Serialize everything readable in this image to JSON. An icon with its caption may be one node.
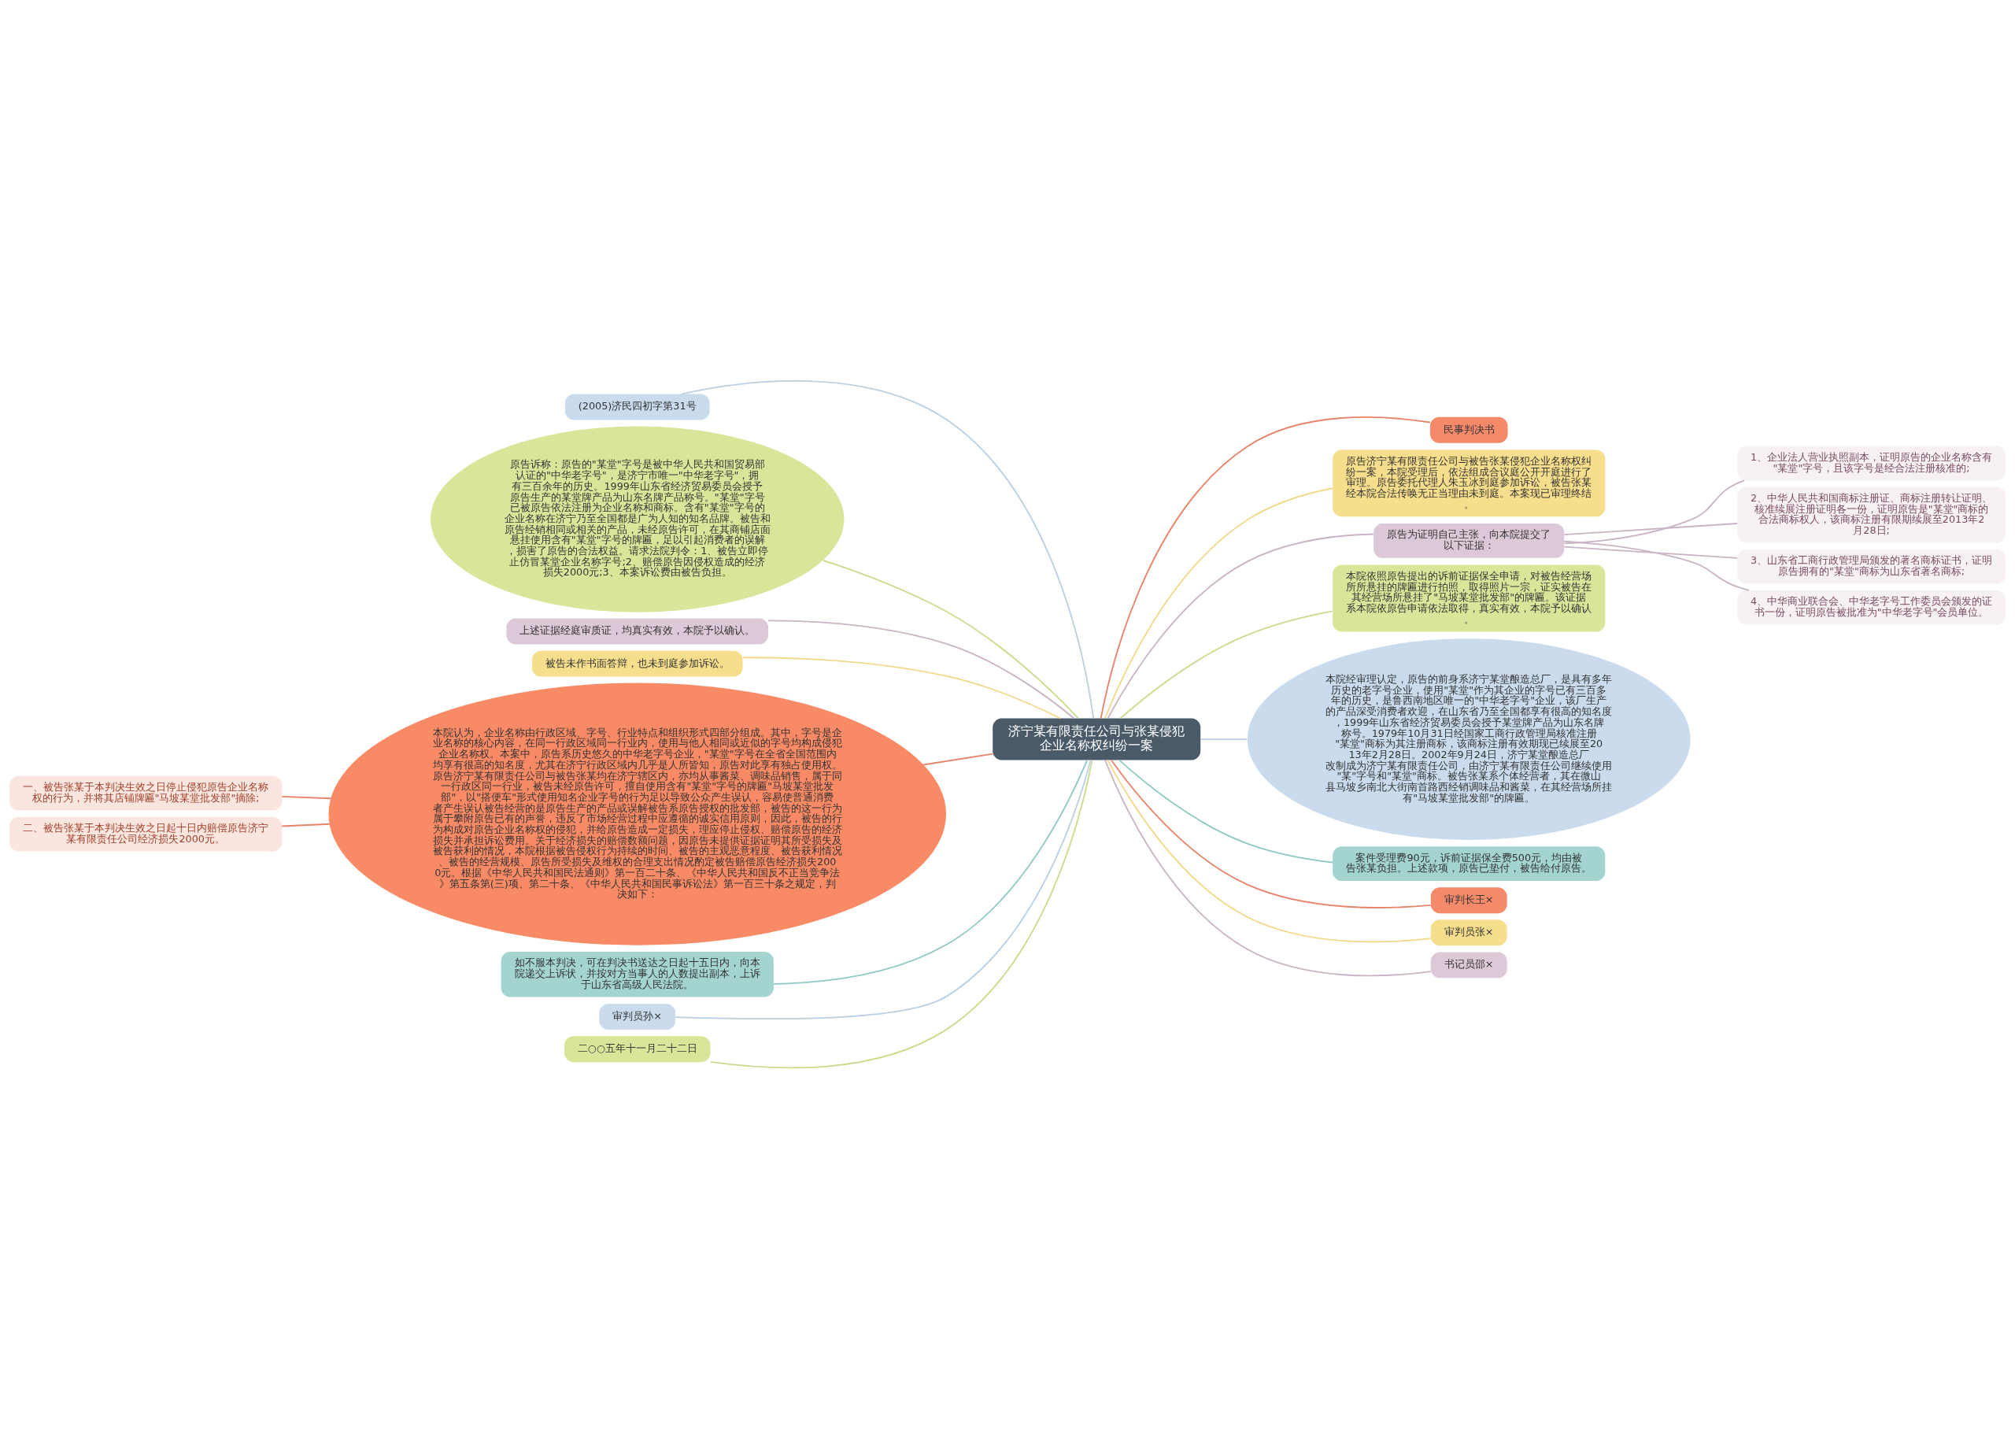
{
  "diagram": {
    "nodes": [
      {
        "text": [
          "济宁某有限责任公司与张某侵犯企业名称权纠纷一案"
        ]
      },
      {
        "text": [
          "民事判决书"
        ]
      },
      {
        "text": [
          "原告济宁某有限责任公司与被告张某侵犯企业名称权纠纷一案，本院受理后，依法组成合议庭公开开庭进行了审理。原告委托代理人朱玉冰到庭参加诉讼，被告张某经本院合法传唤无正当理由未到庭。本案现已审理终结。"
        ]
      },
      {
        "text": [
          "原告为证明自己主张，向本院提交了以下证据："
        ]
      },
      {
        "text": [
          "1、企业法人营业执照副本，证明原告的企业名称含有\"某堂\"字号，且该字号是经合法注册核准的;"
        ]
      },
      {
        "text": [
          "2、中华人民共和国商标注册证、商标注册转让证明、核准续展注册证明各一份，证明原告是\"某堂\"商标的合法商标权人，该商标注册有限期续展至2013年2月28日;"
        ]
      },
      {
        "text": [
          "3、山东省工商行政管理局颁发的著名商标证书，证明原告拥有的\"某堂\"商标为山东省著名商标;"
        ]
      },
      {
        "text": [
          "4、中华商业联合会、中华老字号工作委员会颁发的证书一份，证明原告被批准为\"中华老字号\"会员单位。"
        ]
      },
      {
        "text": [
          "本院依照原告提出的诉前证据保全申请，对被告经营场所所悬挂的牌匾进行拍照，取得照片一宗，证实被告在其经营场所悬挂了\"马坡某堂批发部\"的牌匾。该证据系本院依原告申请依法取得，真实有效，本院予以确认。"
        ]
      },
      {
        "text": [
          "本院经审理认定，原告的前身系济宁某堂酿造总厂，是具有多年历史的老字号企业，使用\"某堂\"作为其企业的字号已有三百多年的历史，是鲁西南地区唯一的\"中华老字号\"企业，该厂生产的产品深受消费者欢迎，在山东省乃至全国都享有很高的知名度，1999年山东省经济贸易委员会授予某堂牌产品为山东名牌称号。1979年10月31日经国家工商行政管理局核准注册\"某堂\"商标为其注册商标，该商标注册有效期现已续展至2013年2月28日。2002年9月24日，济宁某堂酿造总厂改制成为济宁某有限责任公司，由济宁某有限责任公司继续使用\"某\"字号和\"某堂\"商标。被告张某系个体经营者，其在微山县马坡乡南北大街南首路西经销调味品和酱菜，在其经营场所挂有\"马坡某堂批发部\"的牌匾。"
        ]
      },
      {
        "text": [
          "案件受理费90元，诉前证据保全费500元，均由被告张某负担。上述款项，原告已垫付，被告给付原告。"
        ]
      },
      {
        "text": [
          "审判长王×"
        ]
      },
      {
        "text": [
          "审判员张×"
        ]
      },
      {
        "text": [
          "书记员邵×"
        ]
      },
      {
        "text": [
          "(2005)济民四初字第31号"
        ]
      },
      {
        "text": [
          "原告诉称：原告的\"某堂\"字号是被中华人民共和国贸易部认证的\"中华老字号\"，是济宁市唯一\"中华老字号\"，拥有三百余年的历史。1999年山东省经济贸易委员会授予原告生产的某堂牌产品为山东名牌产品称号。\"某堂\"字号已被原告依法注册为企业名称和商标。含有\"某堂\"字号的企业名称在济宁乃至全国都是广为人知的知名品牌。被告和原告经销相同或相关的产品，未经原告许可，在其商铺店面悬挂使用含有\"某堂\"字号的牌匾，足以引起消费者的误解，损害了原告的合法权益。请求法院判令：1、被告立即停止仿冒某堂企业名称字号;2、赔偿原告因侵权造成的经济损失2000元;3、本案诉讼费由被告负担。"
        ]
      },
      {
        "text": [
          "上述证据经庭审质证，均真实有效，本院予以确认。"
        ]
      },
      {
        "text": [
          "被告未作书面答辩，也未到庭参加诉讼。"
        ]
      },
      {
        "text": [
          "本院认为，企业名称由行政区域、字号、行业特点和组织形式四部分组成。其中，字号是企业名称的核心内容，在同一行政区域同一行业内，使用与他人相同或近似的字号均构成侵犯企业名称权。本案中，原告系历史悠久的中华老字号企业，\"某堂\"字号在全省全国范围内均享有很高的知名度，尤其在济宁行政区域内几乎是人所皆知，原告对此享有独占使用权。原告济宁某有限责任公司与被告张某均在济宁辖区内，亦均从事酱菜、调味品销售，属于同一行政区同一行业，被告未经原告许可，擅自使用含有\"某堂\"字号的牌匾\"马坡某堂批发部\"，以\"搭便车\"形式使用知名企业字号的行为足以导致公众产生误认，容易使普通消费者产生误认被告经营的是原告生产的产品或误解被告系原告授权的批发部，被告的这一行为属于攀附原告已有的声誉，违反了市场经营过程中应遵循的诚实信用原则，因此，被告的行为构成对原告企业名称权的侵犯，并给原告造成一定损失，理应停止侵权、赔偿原告的经济损失并承担诉讼费用。关于经济损失的赔偿数额问题，因原告未提供证据证明其所受损失及被告获利的情况，本院根据被告侵权行为持续的时间、被告的主观恶意程度、被告获利情况、被告的经营规模、原告所受损失及维权的合理支出情况酌定被告赔偿原告经济损失2000元。根据《中华人民共和国民法通则》第一百二十条、《中华人民共和国反不正当竞争法》第五条第(三)项、第二十条、《中华人民共和国民事诉讼法》第一百三十条之规定，判决如下："
        ]
      },
      {
        "text": [
          "一、被告张某于本判决生效之日停止侵犯原告企业名称权的行为，并将其店铺牌匾\"马坡某堂批发部\"摘除;"
        ]
      },
      {
        "text": [
          "二、被告张某于本判决生效之日起十日内赔偿原告济宁某有限责任公司经济损失2000元。"
        ]
      },
      {
        "text": [
          "如不服本判决，可在判决书送达之日起十五日内，向本院递交上诉状，并按对方当事人的人数提出副本，上诉于山东省高级人民法院。"
        ]
      },
      {
        "text": [
          "审判员孙×"
        ]
      },
      {
        "text": [
          "二○○五年十一月二十二日"
        ]
      }
    ],
    "edges": [
      {
        "from": 0,
        "to": 1,
        "arrow": "none",
        "color": "#e8836a"
      },
      {
        "from": 0,
        "to": 2,
        "arrow": "none",
        "color": "#f2d98a"
      },
      {
        "from": 0,
        "to": 3,
        "arrow": "none",
        "color": "#c9b3c4"
      },
      {
        "from": 3,
        "to": 4,
        "arrow": "none",
        "color": "#c9b3c4"
      },
      {
        "from": 3,
        "to": 5,
        "arrow": "none",
        "color": "#c9b3c4"
      },
      {
        "from": 3,
        "to": 6,
        "arrow": "none",
        "color": "#c9b3c4"
      },
      {
        "from": 3,
        "to": 7,
        "arrow": "none",
        "color": "#c9b3c4"
      },
      {
        "from": 0,
        "to": 8,
        "arrow": "none",
        "color": "#c8dc8c"
      },
      {
        "from": 0,
        "to": 9,
        "arrow": "none",
        "color": "#b9cfe3"
      },
      {
        "from": 0,
        "to": 10,
        "arrow": "none",
        "color": "#8ec9c4"
      },
      {
        "from": 0,
        "to": 11,
        "arrow": "none",
        "color": "#e8836a"
      },
      {
        "from": 0,
        "to": 12,
        "arrow": "none",
        "color": "#f2d98a"
      },
      {
        "from": 0,
        "to": 13,
        "arrow": "none",
        "color": "#c9b3c4"
      },
      {
        "from": 0,
        "to": 14,
        "arrow": "none",
        "color": "#b9cfe3"
      },
      {
        "from": 0,
        "to": 15,
        "arrow": "none",
        "color": "#c8dc8c"
      },
      {
        "from": 0,
        "to": 16,
        "arrow": "none",
        "color": "#c9b3c4"
      },
      {
        "from": 0,
        "to": 17,
        "arrow": "none",
        "color": "#f2d98a"
      },
      {
        "from": 0,
        "to": 18,
        "arrow": "none",
        "color": "#e8836a"
      },
      {
        "from": 18,
        "to": 19,
        "arrow": "none",
        "color": "#e8836a"
      },
      {
        "from": 18,
        "to": 20,
        "arrow": "none",
        "color": "#e8836a"
      },
      {
        "from": 0,
        "to": 21,
        "arrow": "none",
        "color": "#8ec9c4"
      },
      {
        "from": 0,
        "to": 22,
        "arrow": "none",
        "color": "#b9cfe3"
      },
      {
        "from": 0,
        "to": 23,
        "arrow": "none",
        "color": "#c8dc8c"
      }
    ]
  }
}
